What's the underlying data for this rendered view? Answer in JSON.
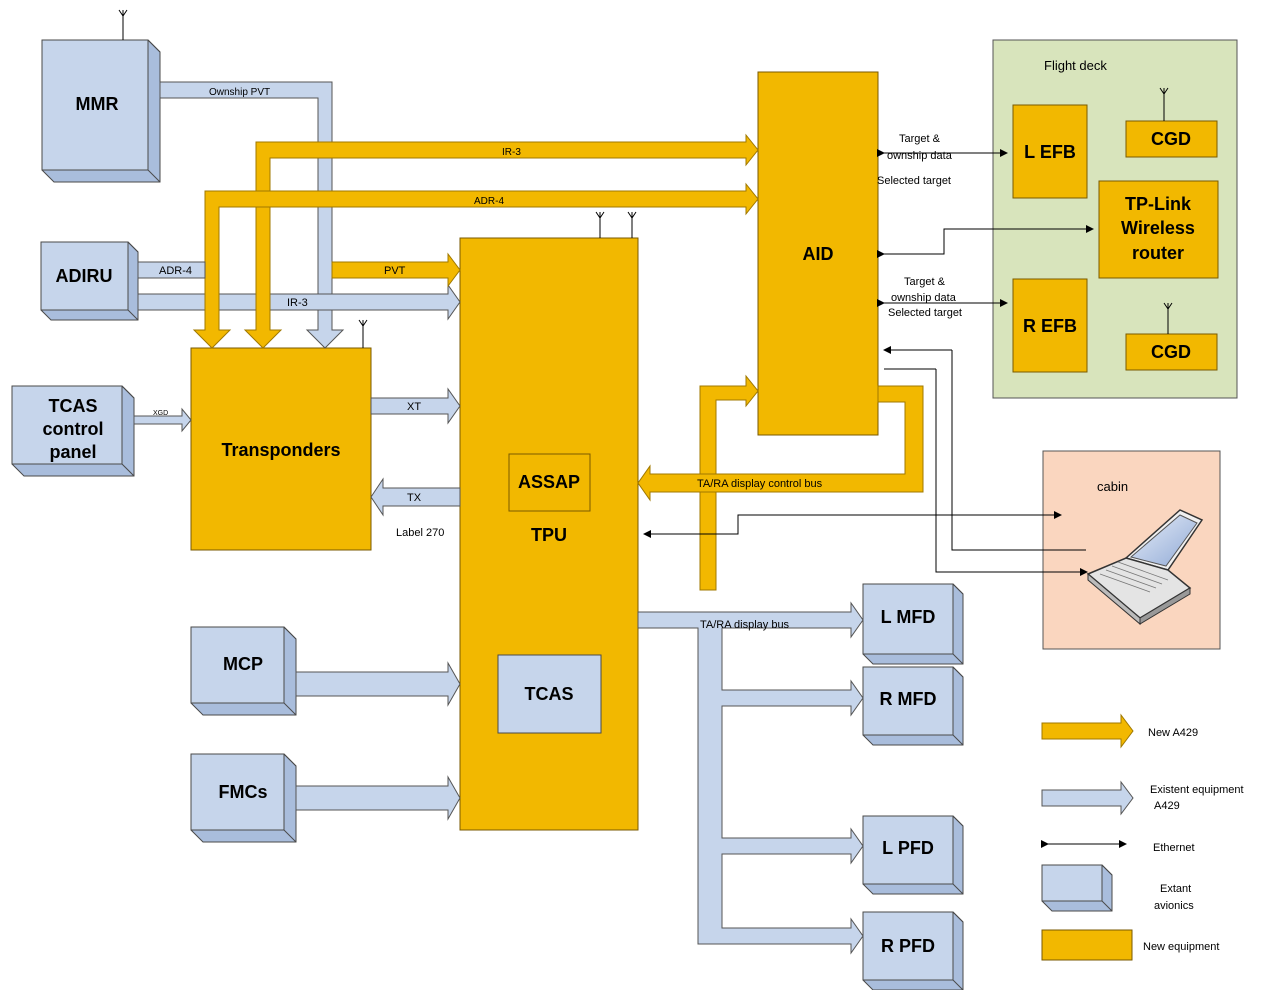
{
  "colors": {
    "new_equipment": "#F2B800",
    "new_equipment_edge": "#C08E00",
    "extant": "#C6D5EB",
    "extant_side": "#A9BDDC",
    "extant_edge": "#4A4A4A",
    "flight_deck_bg": "#D8E4BC",
    "cabin_bg": "#FAD6BF"
  },
  "icons": {
    "antenna": "antenna-icon",
    "laptop": "laptop-icon"
  },
  "boxes": {
    "mmr": "MMR",
    "adiru": "ADIRU",
    "tcas_panel": [
      "TCAS",
      "control",
      "panel"
    ],
    "transponders": "Transponders",
    "tpu": "TPU",
    "assap": "ASSAP",
    "tcas": "TCAS",
    "aid": "AID",
    "mcp": "MCP",
    "fmcs": "FMCs",
    "l_mfd": "L MFD",
    "r_mfd": "R MFD",
    "l_pfd": "L PFD",
    "r_pfd": "R PFD",
    "l_efb": "L EFB",
    "r_efb": "R EFB",
    "cgd_top": "CGD",
    "cgd_bottom": "CGD",
    "router": [
      "TP-Link",
      "Wireless",
      "router"
    ]
  },
  "areas": {
    "flight_deck": "Flight deck",
    "cabin": "cabin"
  },
  "labels": {
    "ownship_pvt": "Ownship PVT",
    "ir3_top": "IR-3",
    "adr4_top": "ADR-4",
    "adr4_left": "ADR-4",
    "pvt": "PVT",
    "ir3_left": "IR-3",
    "xgd": "XGD",
    "xt": "XT",
    "tx": "TX",
    "label270": "Label 270",
    "target_top": [
      "Target &",
      "ownship data"
    ],
    "selected_top": "Selected target",
    "target_bottom": [
      "Target &",
      "ownship data"
    ],
    "selected_bottom": "Selected target",
    "tara_control": "TA/RA display control bus",
    "tara_display": "TA/RA display bus"
  },
  "legend": {
    "new_a429": "New A429",
    "existent": [
      "Existent equipment",
      "A429"
    ],
    "ethernet": "Ethernet",
    "extant": [
      "Extant",
      "avionics"
    ],
    "new_equipment": "New equipment"
  }
}
